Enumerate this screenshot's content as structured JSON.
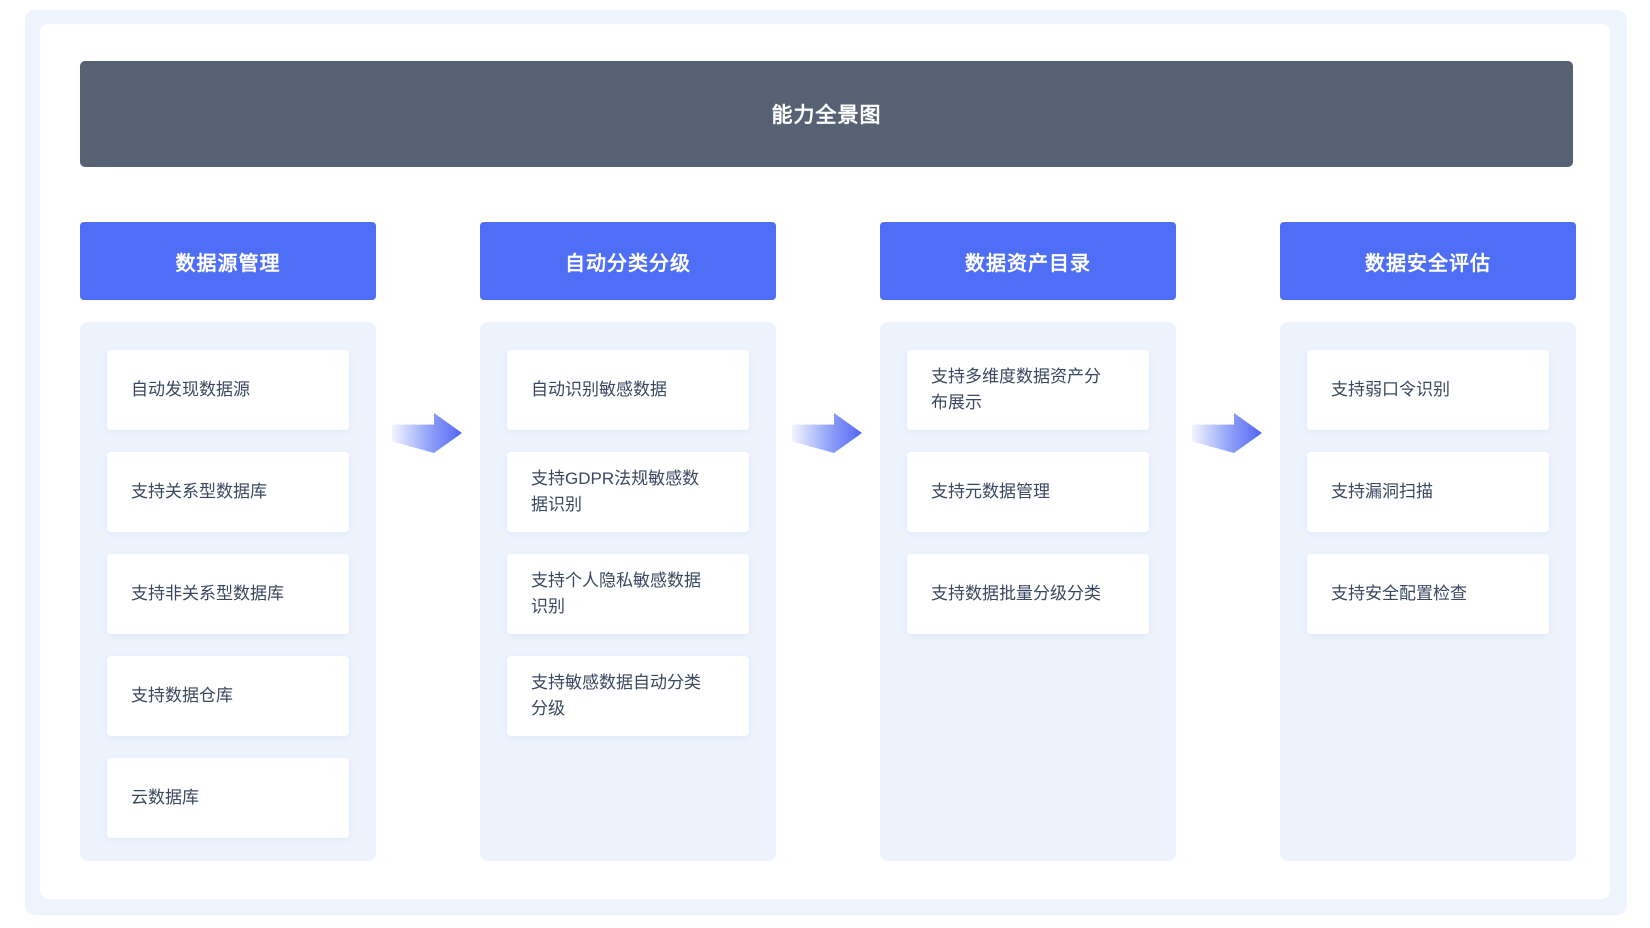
{
  "page": {
    "title": "能力全景图"
  },
  "colors": {
    "title_bar_bg": "#566173",
    "header_bg": "#4d6ef5",
    "panel_bg": "#edf3fd",
    "frame_bg": "#eef4fe",
    "card_text": "#394760",
    "arrow_blue": "#5165f3"
  },
  "columns": [
    {
      "header": "数据源管理",
      "items": [
        "自动发现数据源",
        "支持关系型数据库",
        "支持非关系型数据库",
        "支持数据仓库",
        "云数据库"
      ]
    },
    {
      "header": "自动分类分级",
      "items": [
        "自动识别敏感数据",
        "支持GDPR法规敏感数\n据识别",
        "支持个人隐私敏感数据\n识别",
        "支持敏感数据自动分类\n分级"
      ]
    },
    {
      "header": "数据资产目录",
      "items": [
        "支持多维度数据资产分\n布展示",
        "支持元数据管理",
        "支持数据批量分级分类"
      ]
    },
    {
      "header": "数据安全评估",
      "items": [
        "支持弱口令识别",
        "支持漏洞扫描",
        "支持安全配置检查"
      ]
    }
  ]
}
